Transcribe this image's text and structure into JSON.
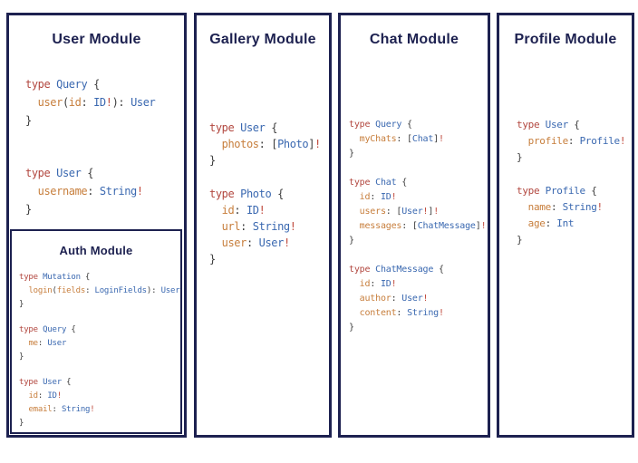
{
  "colors": {
    "navy": "#1d2150",
    "kw": "#b2473f",
    "ty": "#3a68b0",
    "field": "#c77e3c",
    "bang": "#c04a3d",
    "punct": "#3d3d3d"
  },
  "panels": [
    {
      "id": "user-module",
      "title": "User Module",
      "blocks": [
        [
          [
            {
              "c": "kw",
              "t": "type"
            },
            {
              "c": "p",
              "t": " "
            },
            {
              "c": "ty",
              "t": "Query"
            },
            {
              "c": "p",
              "t": " {"
            }
          ],
          [
            {
              "c": "p",
              "t": "  "
            },
            {
              "c": "f",
              "t": "user"
            },
            {
              "c": "p",
              "t": "("
            },
            {
              "c": "f",
              "t": "id"
            },
            {
              "c": "p",
              "t": ": "
            },
            {
              "c": "ty",
              "t": "ID"
            },
            {
              "c": "b",
              "t": "!"
            },
            {
              "c": "p",
              "t": "): "
            },
            {
              "c": "ty",
              "t": "User"
            }
          ],
          [
            {
              "c": "p",
              "t": "}"
            }
          ]
        ],
        [
          [
            {
              "c": "kw",
              "t": "type"
            },
            {
              "c": "p",
              "t": " "
            },
            {
              "c": "ty",
              "t": "User"
            },
            {
              "c": "p",
              "t": " {"
            }
          ],
          [
            {
              "c": "p",
              "t": "  "
            },
            {
              "c": "f",
              "t": "username"
            },
            {
              "c": "p",
              "t": ": "
            },
            {
              "c": "ty",
              "t": "String"
            },
            {
              "c": "b",
              "t": "!"
            }
          ],
          [
            {
              "c": "p",
              "t": "}"
            }
          ]
        ]
      ],
      "nested": {
        "id": "auth-module",
        "title": "Auth Module",
        "blocks": [
          [
            [
              {
                "c": "kw",
                "t": "type"
              },
              {
                "c": "p",
                "t": " "
              },
              {
                "c": "ty",
                "t": "Mutation"
              },
              {
                "c": "p",
                "t": " {"
              }
            ],
            [
              {
                "c": "p",
                "t": "  "
              },
              {
                "c": "f",
                "t": "login"
              },
              {
                "c": "p",
                "t": "("
              },
              {
                "c": "f",
                "t": "fields"
              },
              {
                "c": "p",
                "t": ": "
              },
              {
                "c": "ty",
                "t": "LoginFields"
              },
              {
                "c": "p",
                "t": "): "
              },
              {
                "c": "ty",
                "t": "User"
              }
            ],
            [
              {
                "c": "p",
                "t": "}"
              }
            ]
          ],
          [
            [
              {
                "c": "kw",
                "t": "type"
              },
              {
                "c": "p",
                "t": " "
              },
              {
                "c": "ty",
                "t": "Query"
              },
              {
                "c": "p",
                "t": " {"
              }
            ],
            [
              {
                "c": "p",
                "t": "  "
              },
              {
                "c": "f",
                "t": "me"
              },
              {
                "c": "p",
                "t": ": "
              },
              {
                "c": "ty",
                "t": "User"
              }
            ],
            [
              {
                "c": "p",
                "t": "}"
              }
            ]
          ],
          [
            [
              {
                "c": "kw",
                "t": "type"
              },
              {
                "c": "p",
                "t": " "
              },
              {
                "c": "ty",
                "t": "User"
              },
              {
                "c": "p",
                "t": " {"
              }
            ],
            [
              {
                "c": "p",
                "t": "  "
              },
              {
                "c": "f",
                "t": "id"
              },
              {
                "c": "p",
                "t": ": "
              },
              {
                "c": "ty",
                "t": "ID"
              },
              {
                "c": "b",
                "t": "!"
              }
            ],
            [
              {
                "c": "p",
                "t": "  "
              },
              {
                "c": "f",
                "t": "email"
              },
              {
                "c": "p",
                "t": ": "
              },
              {
                "c": "ty",
                "t": "String"
              },
              {
                "c": "b",
                "t": "!"
              }
            ],
            [
              {
                "c": "p",
                "t": "}"
              }
            ]
          ]
        ]
      }
    },
    {
      "id": "gallery-module",
      "title": "Gallery Module",
      "blocks": [
        [
          [
            {
              "c": "kw",
              "t": "type"
            },
            {
              "c": "p",
              "t": " "
            },
            {
              "c": "ty",
              "t": "User"
            },
            {
              "c": "p",
              "t": " {"
            }
          ],
          [
            {
              "c": "p",
              "t": "  "
            },
            {
              "c": "f",
              "t": "photos"
            },
            {
              "c": "p",
              "t": ": ["
            },
            {
              "c": "ty",
              "t": "Photo"
            },
            {
              "c": "p",
              "t": "]"
            },
            {
              "c": "b",
              "t": "!"
            }
          ],
          [
            {
              "c": "p",
              "t": "}"
            }
          ]
        ],
        [
          [
            {
              "c": "kw",
              "t": "type"
            },
            {
              "c": "p",
              "t": " "
            },
            {
              "c": "ty",
              "t": "Photo"
            },
            {
              "c": "p",
              "t": " {"
            }
          ],
          [
            {
              "c": "p",
              "t": "  "
            },
            {
              "c": "f",
              "t": "id"
            },
            {
              "c": "p",
              "t": ": "
            },
            {
              "c": "ty",
              "t": "ID"
            },
            {
              "c": "b",
              "t": "!"
            }
          ],
          [
            {
              "c": "p",
              "t": "  "
            },
            {
              "c": "f",
              "t": "url"
            },
            {
              "c": "p",
              "t": ": "
            },
            {
              "c": "ty",
              "t": "String"
            },
            {
              "c": "b",
              "t": "!"
            }
          ],
          [
            {
              "c": "p",
              "t": "  "
            },
            {
              "c": "f",
              "t": "user"
            },
            {
              "c": "p",
              "t": ": "
            },
            {
              "c": "ty",
              "t": "User"
            },
            {
              "c": "b",
              "t": "!"
            }
          ],
          [
            {
              "c": "p",
              "t": "}"
            }
          ]
        ]
      ]
    },
    {
      "id": "chat-module",
      "title": "Chat Module",
      "blocks": [
        [
          [
            {
              "c": "kw",
              "t": "type"
            },
            {
              "c": "p",
              "t": " "
            },
            {
              "c": "ty",
              "t": "Query"
            },
            {
              "c": "p",
              "t": " {"
            }
          ],
          [
            {
              "c": "p",
              "t": "  "
            },
            {
              "c": "f",
              "t": "myChats"
            },
            {
              "c": "p",
              "t": ": ["
            },
            {
              "c": "ty",
              "t": "Chat"
            },
            {
              "c": "p",
              "t": "]"
            },
            {
              "c": "b",
              "t": "!"
            }
          ],
          [
            {
              "c": "p",
              "t": "}"
            }
          ]
        ],
        [
          [
            {
              "c": "kw",
              "t": "type"
            },
            {
              "c": "p",
              "t": " "
            },
            {
              "c": "ty",
              "t": "Chat"
            },
            {
              "c": "p",
              "t": " {"
            }
          ],
          [
            {
              "c": "p",
              "t": "  "
            },
            {
              "c": "f",
              "t": "id"
            },
            {
              "c": "p",
              "t": ": "
            },
            {
              "c": "ty",
              "t": "ID"
            },
            {
              "c": "b",
              "t": "!"
            }
          ],
          [
            {
              "c": "p",
              "t": "  "
            },
            {
              "c": "f",
              "t": "users"
            },
            {
              "c": "p",
              "t": ": ["
            },
            {
              "c": "ty",
              "t": "User"
            },
            {
              "c": "b",
              "t": "!"
            },
            {
              "c": "p",
              "t": "]"
            },
            {
              "c": "b",
              "t": "!"
            }
          ],
          [
            {
              "c": "p",
              "t": "  "
            },
            {
              "c": "f",
              "t": "messages"
            },
            {
              "c": "p",
              "t": ": ["
            },
            {
              "c": "ty",
              "t": "ChatMessage"
            },
            {
              "c": "p",
              "t": "]"
            },
            {
              "c": "b",
              "t": "!"
            }
          ],
          [
            {
              "c": "p",
              "t": "}"
            }
          ]
        ],
        [
          [
            {
              "c": "kw",
              "t": "type"
            },
            {
              "c": "p",
              "t": " "
            },
            {
              "c": "ty",
              "t": "ChatMessage"
            },
            {
              "c": "p",
              "t": " {"
            }
          ],
          [
            {
              "c": "p",
              "t": "  "
            },
            {
              "c": "f",
              "t": "id"
            },
            {
              "c": "p",
              "t": ": "
            },
            {
              "c": "ty",
              "t": "ID"
            },
            {
              "c": "b",
              "t": "!"
            }
          ],
          [
            {
              "c": "p",
              "t": "  "
            },
            {
              "c": "f",
              "t": "author"
            },
            {
              "c": "p",
              "t": ": "
            },
            {
              "c": "ty",
              "t": "User"
            },
            {
              "c": "b",
              "t": "!"
            }
          ],
          [
            {
              "c": "p",
              "t": "  "
            },
            {
              "c": "f",
              "t": "content"
            },
            {
              "c": "p",
              "t": ": "
            },
            {
              "c": "ty",
              "t": "String"
            },
            {
              "c": "b",
              "t": "!"
            }
          ],
          [
            {
              "c": "p",
              "t": "}"
            }
          ]
        ]
      ]
    },
    {
      "id": "profile-module",
      "title": "Profile Module",
      "blocks": [
        [
          [
            {
              "c": "kw",
              "t": "type"
            },
            {
              "c": "p",
              "t": " "
            },
            {
              "c": "ty",
              "t": "User"
            },
            {
              "c": "p",
              "t": " {"
            }
          ],
          [
            {
              "c": "p",
              "t": "  "
            },
            {
              "c": "f",
              "t": "profile"
            },
            {
              "c": "p",
              "t": ": "
            },
            {
              "c": "ty",
              "t": "Profile"
            },
            {
              "c": "b",
              "t": "!"
            }
          ],
          [
            {
              "c": "p",
              "t": "}"
            }
          ]
        ],
        [
          [
            {
              "c": "kw",
              "t": "type"
            },
            {
              "c": "p",
              "t": " "
            },
            {
              "c": "ty",
              "t": "Profile"
            },
            {
              "c": "p",
              "t": " {"
            }
          ],
          [
            {
              "c": "p",
              "t": "  "
            },
            {
              "c": "f",
              "t": "name"
            },
            {
              "c": "p",
              "t": ": "
            },
            {
              "c": "ty",
              "t": "String"
            },
            {
              "c": "b",
              "t": "!"
            }
          ],
          [
            {
              "c": "p",
              "t": "  "
            },
            {
              "c": "f",
              "t": "age"
            },
            {
              "c": "p",
              "t": ": "
            },
            {
              "c": "ty",
              "t": "Int"
            }
          ],
          [
            {
              "c": "p",
              "t": "}"
            }
          ]
        ]
      ]
    }
  ]
}
